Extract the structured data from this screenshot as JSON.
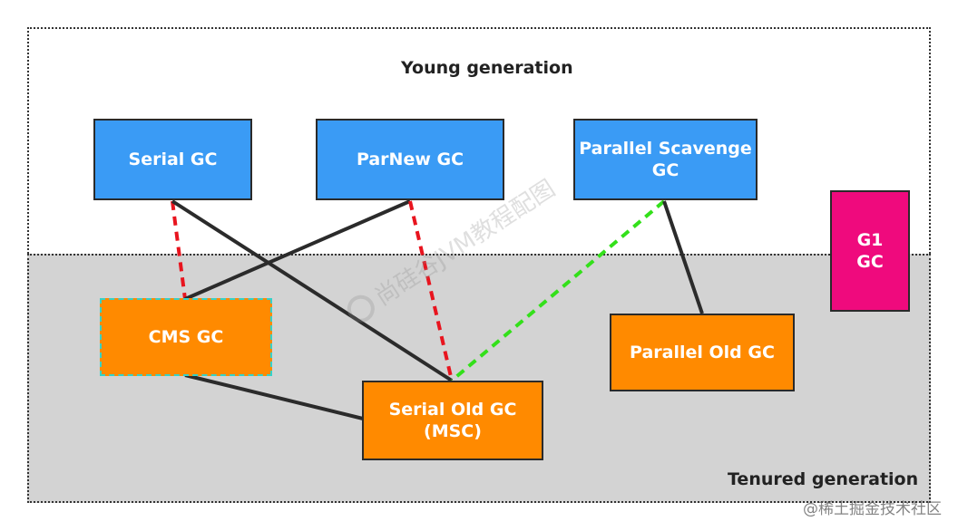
{
  "regions": {
    "young_label": "Young generation",
    "tenured_label": "Tenured generation"
  },
  "collectors": {
    "serial": "Serial GC",
    "parnew": "ParNew GC",
    "parallel_scavenge": "Parallel Scavenge\nGC",
    "g1": "G1\nGC",
    "cms": "CMS GC",
    "serial_old": "Serial Old GC\n(MSC)",
    "parallel_old": "Parallel Old GC"
  },
  "connections": [
    {
      "from": "Serial GC",
      "to": "CMS GC",
      "style": "dashed",
      "color": "#e8141e"
    },
    {
      "from": "Serial GC",
      "to": "Serial Old GC (MSC)",
      "style": "solid",
      "color": "#2b2b2b"
    },
    {
      "from": "ParNew GC",
      "to": "CMS GC",
      "style": "solid",
      "color": "#2b2b2b"
    },
    {
      "from": "ParNew GC",
      "to": "Serial Old GC (MSC)",
      "style": "dashed",
      "color": "#e8141e"
    },
    {
      "from": "Parallel Scavenge GC",
      "to": "Serial Old GC (MSC)",
      "style": "dashed",
      "color": "#33e01a"
    },
    {
      "from": "Parallel Scavenge GC",
      "to": "Parallel Old GC",
      "style": "solid",
      "color": "#2b2b2b"
    },
    {
      "from": "CMS GC",
      "to": "Serial Old GC (MSC)",
      "style": "solid",
      "color": "#2b2b2b"
    }
  ],
  "watermark": {
    "text": "尚硅谷JVM教程配图",
    "credit": "@稀土掘金技术社区"
  },
  "colors": {
    "young_box": "#3a9bf5",
    "old_box": "#ff8a00",
    "g1_box": "#ef0a7d",
    "cms_border": "#35d2c8",
    "tenured_bg": "#d3d3d3"
  }
}
